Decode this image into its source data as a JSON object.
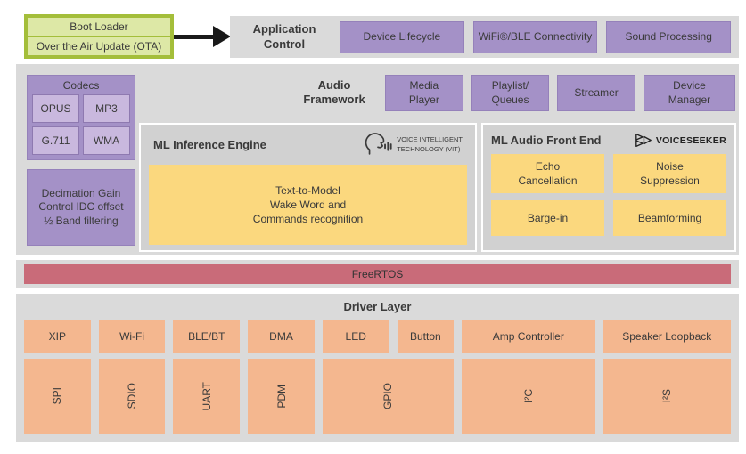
{
  "colors": {
    "section_bg": "#dadada",
    "inner_panel_bg": "#d1d1d1",
    "purple": "#a491c7",
    "purple_light": "#c9b8de",
    "purple_border": "#9581ba",
    "purple_border2": "#8e79b0",
    "yellow": "#fbd87e",
    "orange": "#f4b78f",
    "rose": "#c96b79",
    "green_border": "#a4be3a",
    "green_fill": "#dde8a6",
    "arrow_black": "#1a1a1a"
  },
  "boot": {
    "loader_label": "Boot Loader",
    "ota_label": "Over the Air Update (OTA)"
  },
  "app_control": {
    "title": "Application\nControl",
    "items": [
      "Device Lifecycle",
      "WiFi®/BLE Connectivity",
      "Sound Processing"
    ]
  },
  "framework": {
    "title": "Audio\nFramework",
    "codecs": {
      "title": "Codecs",
      "items": [
        "OPUS",
        "MP3",
        "G.711",
        "WMA"
      ]
    },
    "items": [
      "Media\nPlayer",
      "Playlist/\nQueues",
      "Streamer",
      "Device\nManager"
    ],
    "dsp_label": "Decimation Gain\nControl IDC offset\n½ Band filtering"
  },
  "ml_inference": {
    "title": "ML Inference Engine",
    "logo_label": "VOICE INTELLIGENT\nTECHNOLOGY (VIT)",
    "content_label": "Text-to-Model\nWake Word and\nCommands recognition"
  },
  "ml_afe": {
    "title": "ML Audio Front End",
    "logo_label": "VOICESEEKER",
    "items": [
      "Echo\nCancellation",
      "Noise\nSuppression",
      "Barge-in",
      "Beamforming"
    ]
  },
  "rtos": {
    "label": "FreeRTOS"
  },
  "driver": {
    "title": "Driver Layer",
    "row1": [
      "XIP",
      "Wi-Fi",
      "BLE/BT",
      "DMA",
      "LED",
      "Button",
      "Amp Controller",
      "Speaker Loopback"
    ],
    "row2": [
      "SPI",
      "SDIO",
      "UART",
      "PDM",
      "GPIO",
      "I²C",
      "I²S"
    ]
  }
}
